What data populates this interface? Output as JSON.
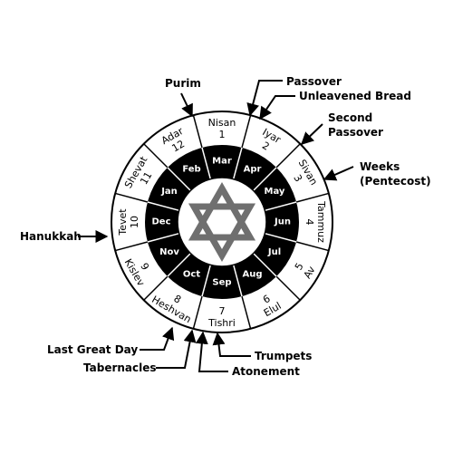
{
  "colors": {
    "ring_stroke": "#000000",
    "inner_ring": "#000000",
    "inner_text": "#ffffff",
    "outer_text": "#000000",
    "star": "#6f6f6f",
    "background": "#ffffff"
  },
  "hebrew_months": [
    {
      "name": "Nisan",
      "number": "1"
    },
    {
      "name": "Iyar",
      "number": "2"
    },
    {
      "name": "Sivan",
      "number": "3"
    },
    {
      "name": "Tammuz",
      "number": "4"
    },
    {
      "name": "Av",
      "number": "5"
    },
    {
      "name": "Elul",
      "number": "6"
    },
    {
      "name": "Tishri",
      "number": "7"
    },
    {
      "name": "Heshvan",
      "number": "8"
    },
    {
      "name": "Kislev",
      "number": "9"
    },
    {
      "name": "Tevet",
      "number": "10"
    },
    {
      "name": "Shevat",
      "number": "11"
    },
    {
      "name": "Adar",
      "number": "12"
    }
  ],
  "gregorian_months": [
    "Apr",
    "May",
    "Jun",
    "Jul",
    "Aug",
    "Sep",
    "Oct",
    "Nov",
    "Dec",
    "Jan",
    "Feb",
    "Mar"
  ],
  "festivals": {
    "purim": "Purim",
    "passover": "Passover",
    "unleavened_bread": "Unleavened Bread",
    "second_passover_1": "Second",
    "second_passover_2": "Passover",
    "weeks_1": "Weeks",
    "weeks_2": "(Pentecost)",
    "hanukkah": "Hanukkah",
    "last_great_day": "Last Great Day",
    "tabernacles": "Tabernacles",
    "trumpets": "Trumpets",
    "atonement": "Atonement"
  },
  "center_icon": "star-of-david-icon"
}
